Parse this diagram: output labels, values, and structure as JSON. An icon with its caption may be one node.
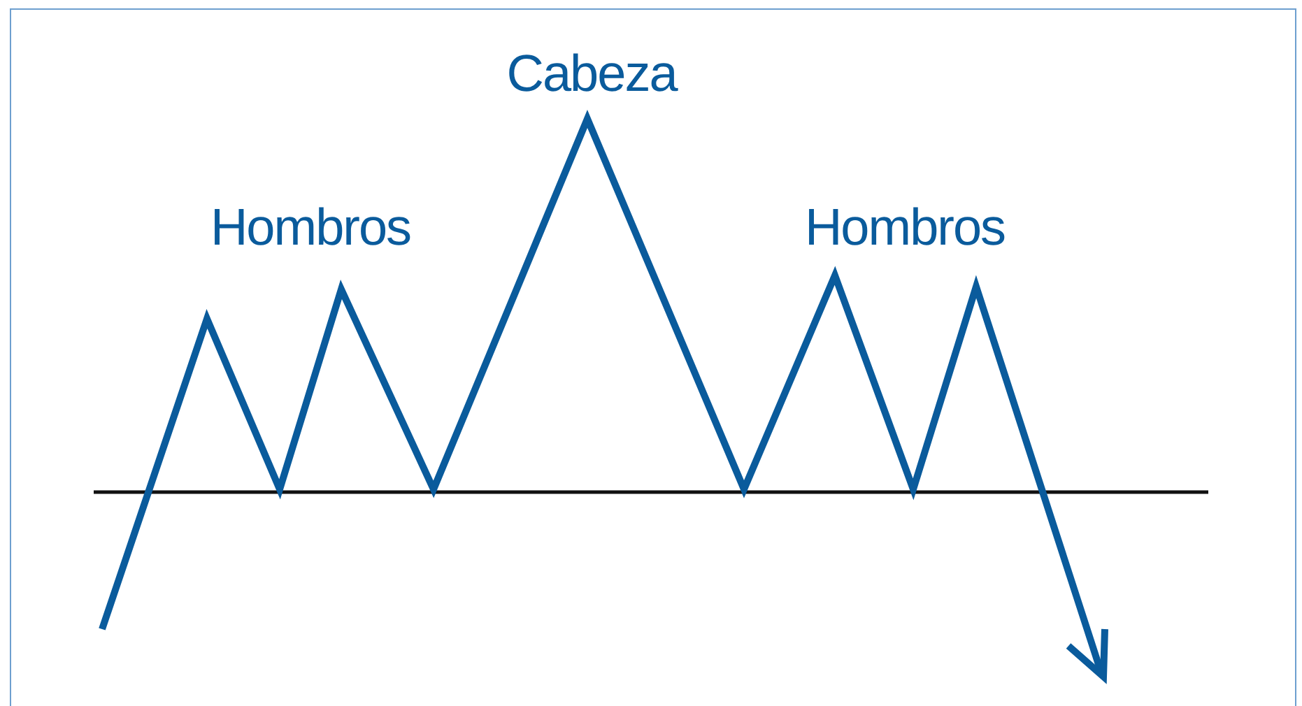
{
  "diagram": {
    "labels": [
      "Cabeza",
      "Hombros",
      "Hombros"
    ]
  }
}
